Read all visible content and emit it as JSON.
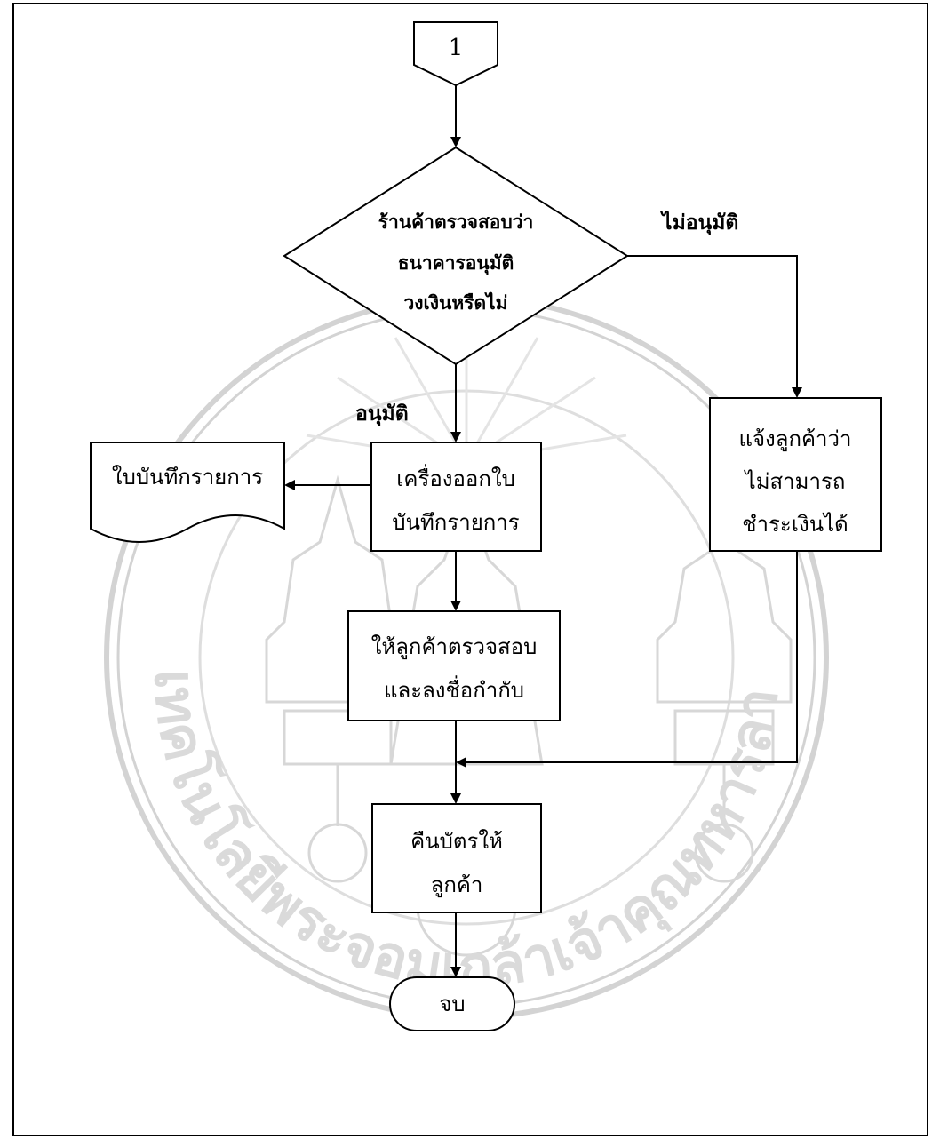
{
  "connector_in": {
    "label": "1"
  },
  "decision": {
    "lines": [
      "ร้านค้าตรวจสอบว่า",
      "ธนาคารอนุมัติ",
      "วงเงินหรืดไม่"
    ]
  },
  "edges": {
    "approved": "อนุมัติ",
    "not_approved": "ไม่อนุมัติ"
  },
  "process_print": {
    "lines": [
      "เครื่องออกใบ",
      "บันทึกรายการ"
    ]
  },
  "document": {
    "label": "ใบบันทึกรายการ"
  },
  "process_notify": {
    "lines": [
      "แจ้งลูกค้าว่า",
      "ไม่สามารถ",
      "ชำระเงินได้"
    ]
  },
  "process_sign": {
    "lines": [
      "ให้ลูกค้าตรวจสอบ",
      "และลงชื่อกำกับ"
    ]
  },
  "process_return": {
    "lines": [
      "คืนบัตรให้",
      "ลูกค้า"
    ]
  },
  "terminator": {
    "label": "จบ"
  },
  "watermark": {
    "text": "สถาบันเทคโนโลยีพระจอมเกล้าเจ้าคุณทหารลาดกระบัง",
    "color": "#bdbdbd"
  }
}
